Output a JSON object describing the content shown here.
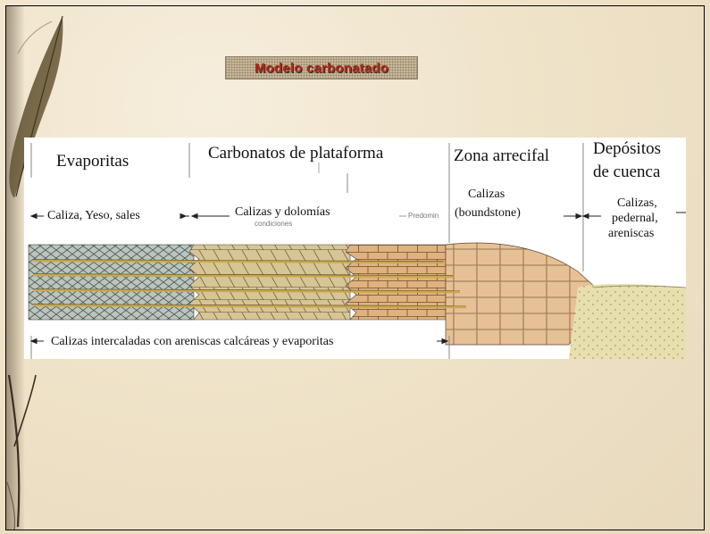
{
  "slide": {
    "title": "Modelo carbonatado"
  },
  "diagram": {
    "zones": [
      {
        "name": "Evaporitas",
        "lithology": "Caliza, Yeso, sales"
      },
      {
        "name": "Carbonatos de plataforma",
        "lithology": "Calizas y dolomías"
      },
      {
        "name": "Zona arrecifal",
        "lithology_line1": "Calizas",
        "lithology_line2": "(boundstone)"
      },
      {
        "name_line1": "Depósitos",
        "name_line2": "de cuenca",
        "lithology_line1": "Calizas,",
        "lithology_line2": "pedernal,",
        "lithology_line3": "areniscas"
      }
    ],
    "faint_labels": [
      "Predomin",
      "condiciones"
    ],
    "bottom_note": "Calizas intercaladas con areniscas calcáreas y evaporitas"
  }
}
